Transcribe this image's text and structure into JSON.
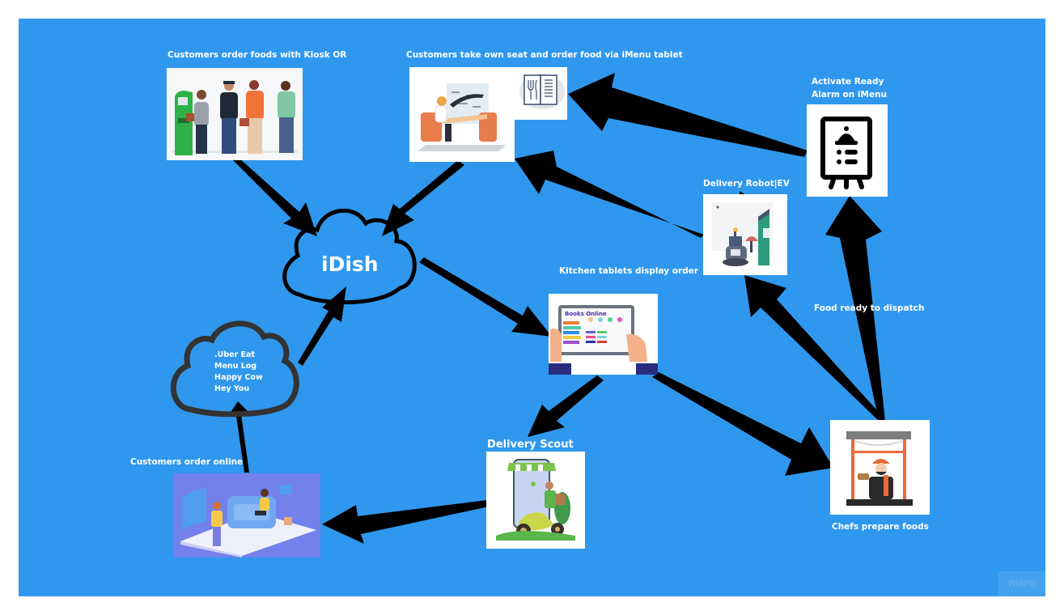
{
  "board": {
    "background_color": "#2f98ee",
    "watermark": "miro"
  },
  "central_node": {
    "label": "iDish",
    "icon": "cloud-icon"
  },
  "aggregator_cloud": {
    "icon": "cloud-icon",
    "lines": [
      ".Uber Eat",
      "Menu Log",
      "Happy Cow",
      "Hey You"
    ]
  },
  "nodes": {
    "kiosk": {
      "label": "Customers order foods with Kiosk  OR",
      "image": "people-at-kiosk-illustration"
    },
    "imenu": {
      "label": "Customers take own seat and order food via iMenu tablet",
      "image": "customer-seated-with-tablet-illustration",
      "icon": "menu-book-icon"
    },
    "alarm": {
      "label_line1": "Activate Ready",
      "label_line2": "Alarm on iMenu",
      "icon": "ready-alarm-menu-icon"
    },
    "robot": {
      "label": "Delivery Robot|EV",
      "image": "delivery-robot-illustration"
    },
    "kitchen": {
      "label": "Kitchen tablets display order",
      "image": "kitchen-tablet-illustration",
      "tablet_title": "Books Online"
    },
    "online": {
      "label": "Customers order online",
      "image": "online-ordering-illustration"
    },
    "scout": {
      "label": "Delivery Scout",
      "image": "delivery-scooter-illustration"
    },
    "chefs": {
      "label": "Chefs prepare foods",
      "image": "chef-window-illustration"
    }
  },
  "edge_labels": {
    "dispatch": "Food ready to dispatch"
  },
  "edges": [
    {
      "from": "kiosk",
      "to": "iDish"
    },
    {
      "from": "imenu",
      "to": "iDish"
    },
    {
      "from": "aggregator",
      "to": "iDish"
    },
    {
      "from": "online",
      "to": "aggregator"
    },
    {
      "from": "iDish",
      "to": "kitchen"
    },
    {
      "from": "kitchen",
      "to": "scout"
    },
    {
      "from": "kitchen",
      "to": "chefs"
    },
    {
      "from": "scout",
      "to": "online"
    },
    {
      "from": "chefs",
      "to": "robot"
    },
    {
      "from": "chefs",
      "to": "alarm"
    },
    {
      "from": "robot",
      "to": "imenu"
    },
    {
      "from": "alarm",
      "to": "imenu"
    }
  ]
}
